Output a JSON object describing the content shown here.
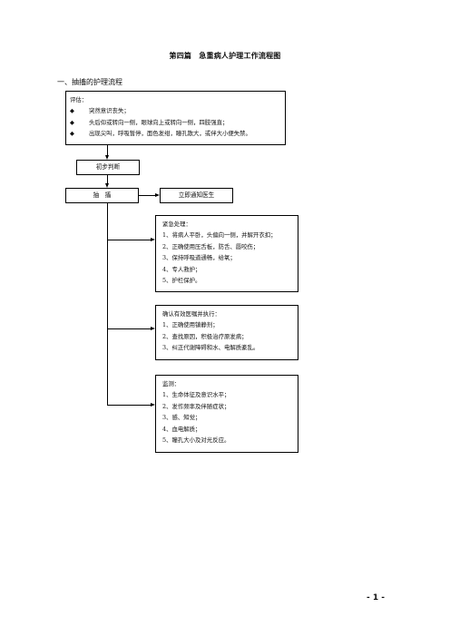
{
  "document": {
    "title": "第四篇　急重病人护理工作流程图",
    "section_heading": "一、抽搐的护理流程",
    "page_number": "- 1 -"
  },
  "assessment": {
    "label": "评估：",
    "items": [
      "突然意识丧失；",
      "头后仰或转向一侧，眼球向上或转向一侧，四肢强直；",
      "出现尖叫，呼吸暂停，面色发绀，瞳孔散大，或伴大小便失禁。"
    ]
  },
  "flow": {
    "initial_judgment": "初步判断",
    "seizure": "抽　搐",
    "notify_doctor": "立即通知医生"
  },
  "emergency": {
    "label": "紧急处理：",
    "items": [
      "1、将病人平卧，头偏向一侧，并解开衣扣；",
      "2、正确使用压舌板，防舌、唇咬伤；",
      "3、保持呼吸道通畅，给氧；",
      "4、专人救护；",
      "5、护栏保护。"
    ]
  },
  "after_confirm": {
    "label": "确认有效医嘱并执行：",
    "items": [
      "1、正确使用镇静剂；",
      "2、查找原因，积极治疗原发病；",
      "3、纠正代谢障碍和水、电解质紊乱。"
    ]
  },
  "monitoring": {
    "label": "监测：",
    "items": [
      "1、生命体征及意识水平；",
      "2、发作频率及伴随症状；",
      "3、感、知觉；",
      "4、血电解质；",
      "5、瞳孔大小及对光反应。"
    ]
  }
}
